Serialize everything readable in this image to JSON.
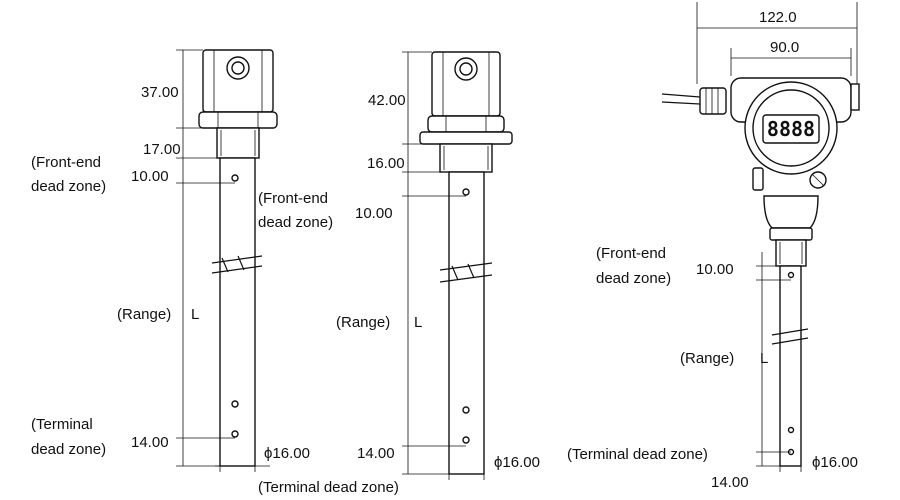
{
  "sensor1": {
    "head_height": "37.00",
    "thread_height": "17.00",
    "front_zone": "10.00",
    "front_zone_label_1": "(Front-end",
    "front_zone_label_2": "dead zone)",
    "range_label": "(Range)",
    "range_symbol": "L",
    "terminal_label_1": "(Terminal",
    "terminal_label_2": "dead zone)",
    "terminal_zone": "14.00",
    "diameter": "ϕ16.00"
  },
  "sensor2": {
    "head_height": "42.00",
    "thread_height": "16.00",
    "front_zone": "10.00",
    "front_zone_label_1": "(Front-end",
    "front_zone_label_2": "dead zone)",
    "range_label": "(Range)",
    "range_symbol": "L",
    "terminal_zone": "14.00",
    "terminal_label": "(Terminal dead zone)",
    "diameter": "ϕ16.00"
  },
  "sensor3": {
    "width_outer": "122.0",
    "width_inner": "90.0",
    "display_digits": "8888",
    "front_zone": "10.00",
    "front_zone_label_1": "(Front-end",
    "front_zone_label_2": "dead zone)",
    "range_label": "(Range)",
    "range_symbol": "L",
    "terminal_label": "(Terminal dead zone)",
    "terminal_zone": "14.00",
    "diameter": "ϕ16.00"
  }
}
